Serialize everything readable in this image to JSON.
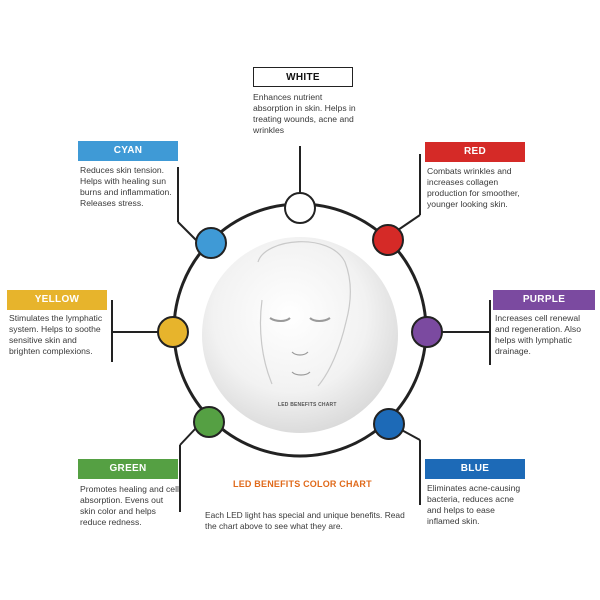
{
  "colors": {
    "white": "#ffffff",
    "red": "#d52a27",
    "purple": "#7b4aa0",
    "blue": "#1d6ab7",
    "green": "#55a043",
    "yellow": "#e7b42c",
    "cyan": "#3f9ad6",
    "title": "#e06a1b"
  },
  "items": {
    "white": {
      "label": "WHITE",
      "text": "Enhances nutrient absorption in skin. Helps in treating wounds, acne and wrinkles"
    },
    "red": {
      "label": "RED",
      "text": "Combats wrinkles and increases collagen production for smoother, younger looking skin."
    },
    "purple": {
      "label": "PURPLE",
      "text": "Increases cell renewal and regeneration. Also helps with lymphatic drainage."
    },
    "blue": {
      "label": "BLUE",
      "text": "Eliminates acne-causing bacteria, reduces acne and helps to ease inflamed skin."
    },
    "green": {
      "label": "GREEN",
      "text": "Promotes healing and cell absorption. Evens out skin color and helps reduce redness."
    },
    "yellow": {
      "label": "YELLOW",
      "text": "Stimulates the lymphatic system. Helps to soothe sensitive skin and brighten complexions."
    },
    "cyan": {
      "label": "CYAN",
      "text": "Reduces skin tension. Helps with healing sun burns and inflammation. Releases stress."
    }
  },
  "title": "LED BENEFITS COLOR CHART",
  "subtitle": "Each LED light has special and unique benefits. Read the chart above to see what they are.",
  "center_label": "LED BENEFITS CHART"
}
